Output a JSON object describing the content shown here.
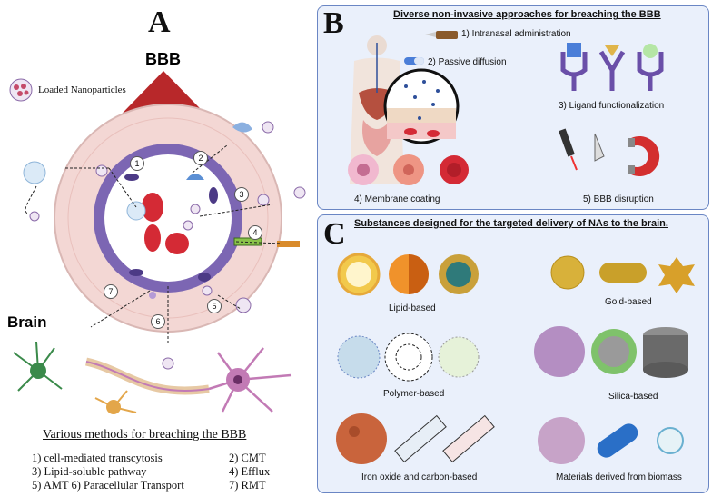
{
  "panel_a": {
    "letter": "A",
    "bbb_label": "BBB",
    "loaded_np_label": "Loaded Nanoparticles",
    "brain_label": "Brain",
    "route_numbers": [
      "1",
      "2",
      "3",
      "4",
      "5",
      "6",
      "7"
    ],
    "methods_title": "Various methods for breaching the BBB",
    "methods_lines": [
      {
        "left": "1) cell-mediated transcytosis",
        "right": "2) CMT"
      },
      {
        "left": "3) Lipid-soluble pathway",
        "right": "4) Efflux"
      },
      {
        "left": "5) AMT   6) Paracellular Transport",
        "right": "7) RMT"
      }
    ]
  },
  "panel_b": {
    "letter": "B",
    "title": "Diverse non-invasive approaches for breaching the BBB",
    "items": [
      "1) Intranasal administration",
      "2) Passive diffusion",
      "3) Ligand functionalization",
      "4) Membrane coating",
      "5) BBB disruption"
    ]
  },
  "panel_c": {
    "letter": "C",
    "title": "Substances designed for the targeted delivery of NAs to the brain.",
    "categories": [
      "Lipid-based",
      "Gold-based",
      "Polymer-based",
      "Silica-based",
      "Iron oxide and carbon-based",
      "Materials derived from biomass"
    ]
  },
  "colors": {
    "panel_border": "#6a86c4",
    "panel_fill": "#eaf0fb",
    "vessel_ring": "#f3d7d4",
    "endothelium": "#7c66b3",
    "red_cell": "#d42a35",
    "triangle": "#b8282a",
    "neuron_purple": "#c27ab5"
  }
}
